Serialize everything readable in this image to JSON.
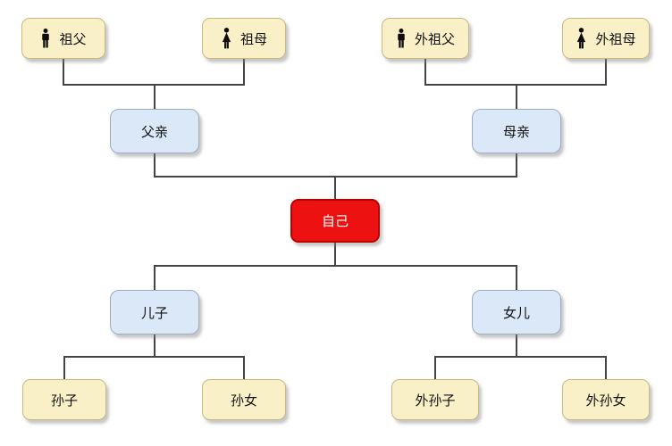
{
  "colors": {
    "background": "#ffffff",
    "yellow_fill": "#faf0c8",
    "yellow_border": "#c9b97e",
    "blue_fill": "#dae8f8",
    "blue_border": "#9badc2",
    "red_fill": "#ee1111",
    "red_border": "#bb0000",
    "line_color": "#444444",
    "text_color": "#111111",
    "red_text_color": "#ffffff"
  },
  "tree": {
    "paternal_grandfather": {
      "label": "祖父",
      "icon": "male-icon"
    },
    "paternal_grandmother": {
      "label": "祖母",
      "icon": "female-icon"
    },
    "maternal_grandfather": {
      "label": "外祖父",
      "icon": "male-icon"
    },
    "maternal_grandmother": {
      "label": "外祖母",
      "icon": "female-icon"
    },
    "father": {
      "label": "父亲"
    },
    "mother": {
      "label": "母亲"
    },
    "self": {
      "label": "自己"
    },
    "son": {
      "label": "儿子"
    },
    "daughter": {
      "label": "女儿"
    },
    "grandson": {
      "label": "孙子"
    },
    "granddaughter": {
      "label": "孙女"
    },
    "daughters_son": {
      "label": "外孙子"
    },
    "daughters_daughter": {
      "label": "外孙女"
    }
  }
}
